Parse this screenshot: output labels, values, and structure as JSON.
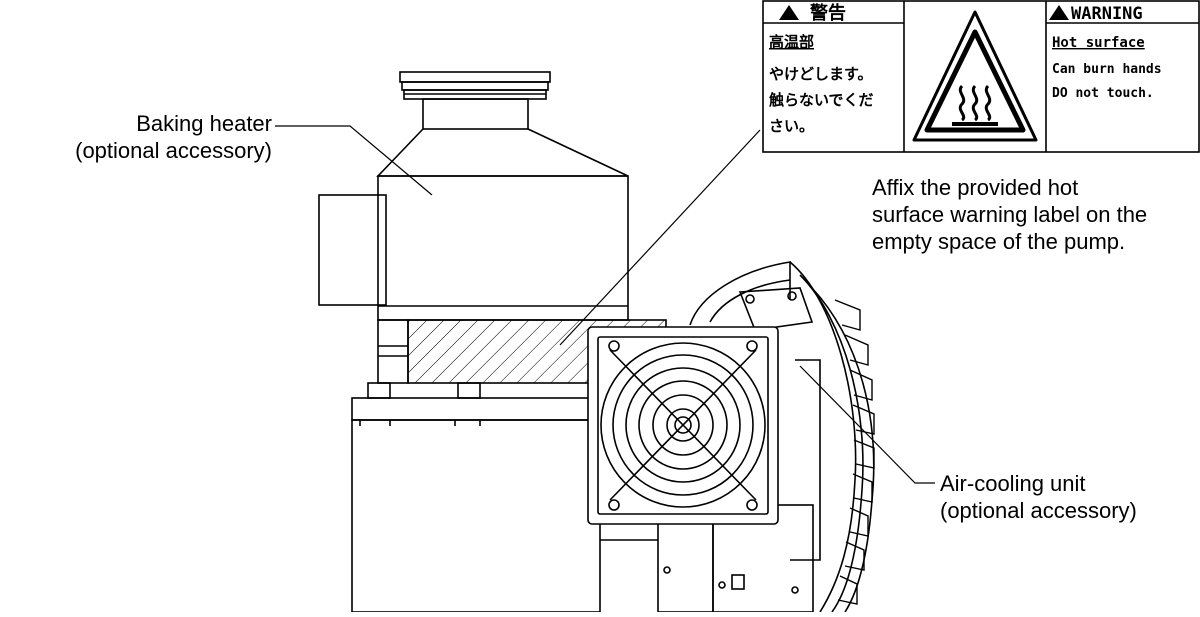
{
  "callouts": {
    "baking_heater": {
      "line1": "Baking heater",
      "line2": "(optional accessory)"
    },
    "affix_note": {
      "line1": "Affix the provided hot",
      "line2": "surface warning label on the",
      "line3": "empty space of the pump."
    },
    "air_cooling": {
      "line1": "Air-cooling unit",
      "line2": "(optional accessory)"
    }
  },
  "warning_label": {
    "jp": {
      "header": "警告",
      "title": "高温部",
      "line1": "やけどします。",
      "line2": "触らないでくだ",
      "line3": "さい。"
    },
    "en": {
      "header": "WARNING",
      "title": "Hot surface",
      "line1": "Can burn hands",
      "line2": "DO not touch."
    }
  },
  "icons": [
    "warning-triangle-icon",
    "hot-surface-icon"
  ]
}
